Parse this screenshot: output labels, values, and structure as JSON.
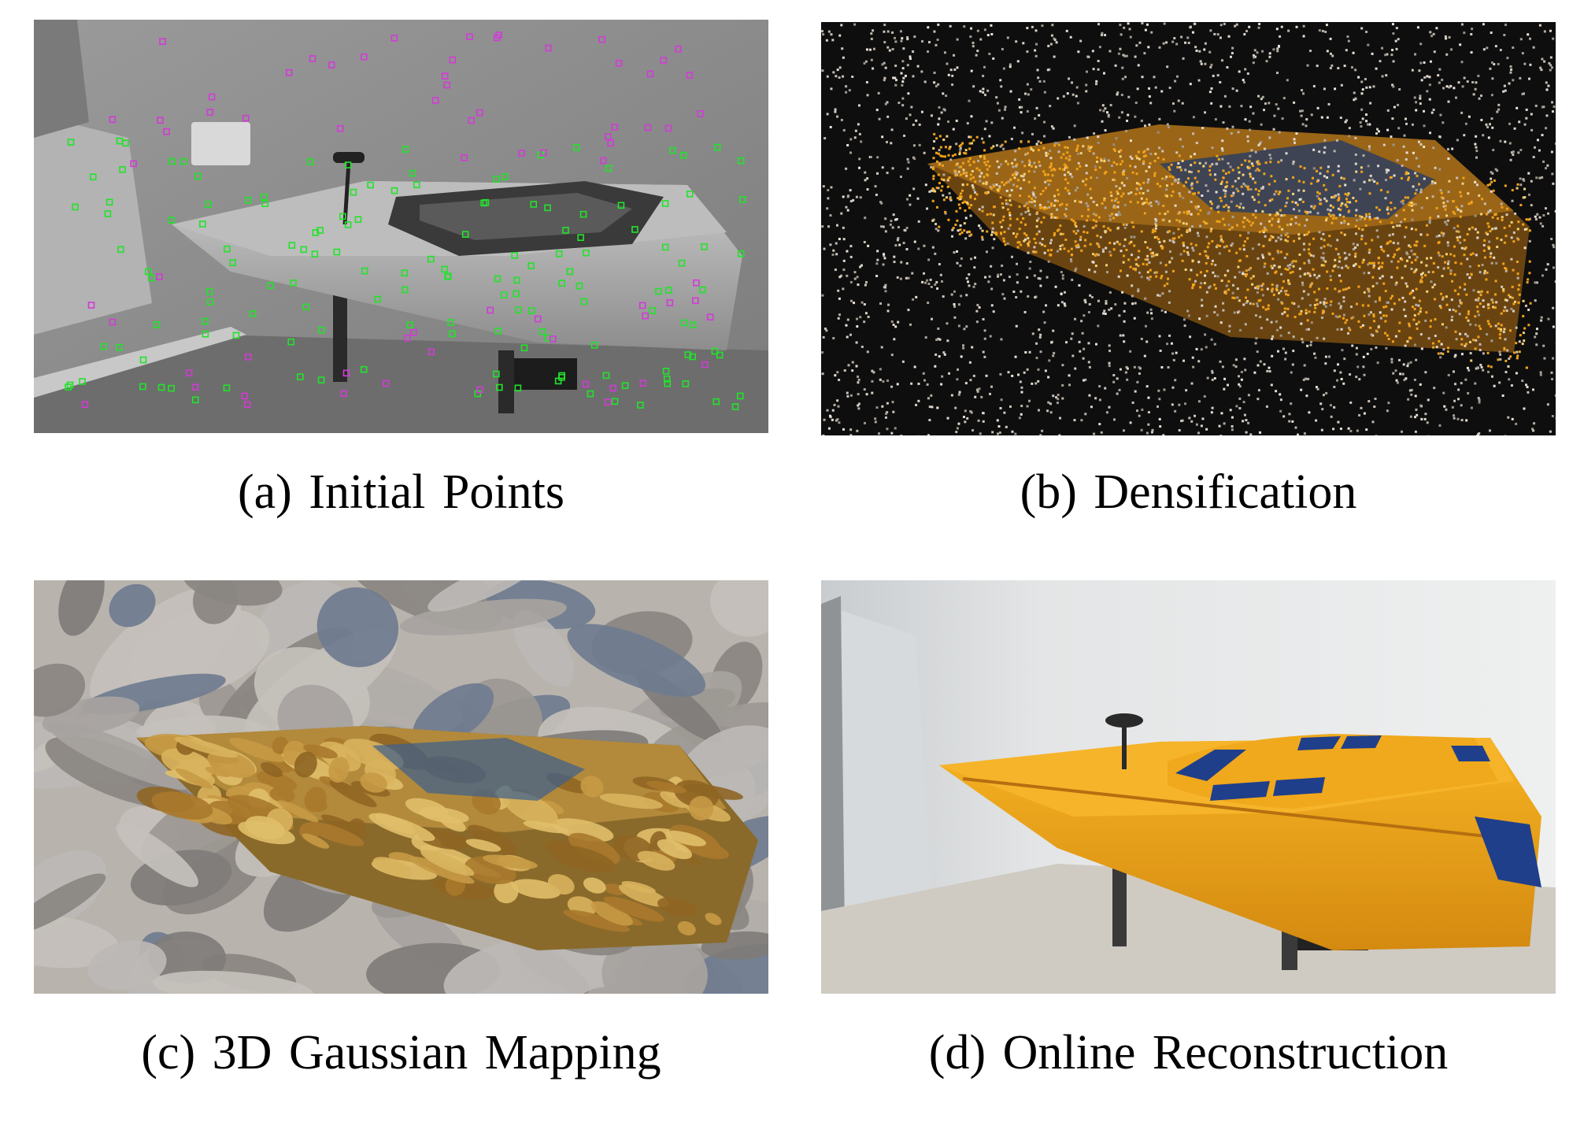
{
  "figure": {
    "panels": [
      {
        "label": "(a)",
        "caption": "Initial Points"
      },
      {
        "label": "(b)",
        "caption": "Densification"
      },
      {
        "label": "(c)",
        "caption": "3D Gaussian Mapping"
      },
      {
        "label": "(d)",
        "caption": "Online Reconstruction"
      }
    ]
  },
  "colors": {
    "boat_orange": "#f0a21a",
    "window_blue": "#1f3f8a",
    "feature_green": "#22e32a",
    "feature_magenta": "#d23bd6"
  }
}
